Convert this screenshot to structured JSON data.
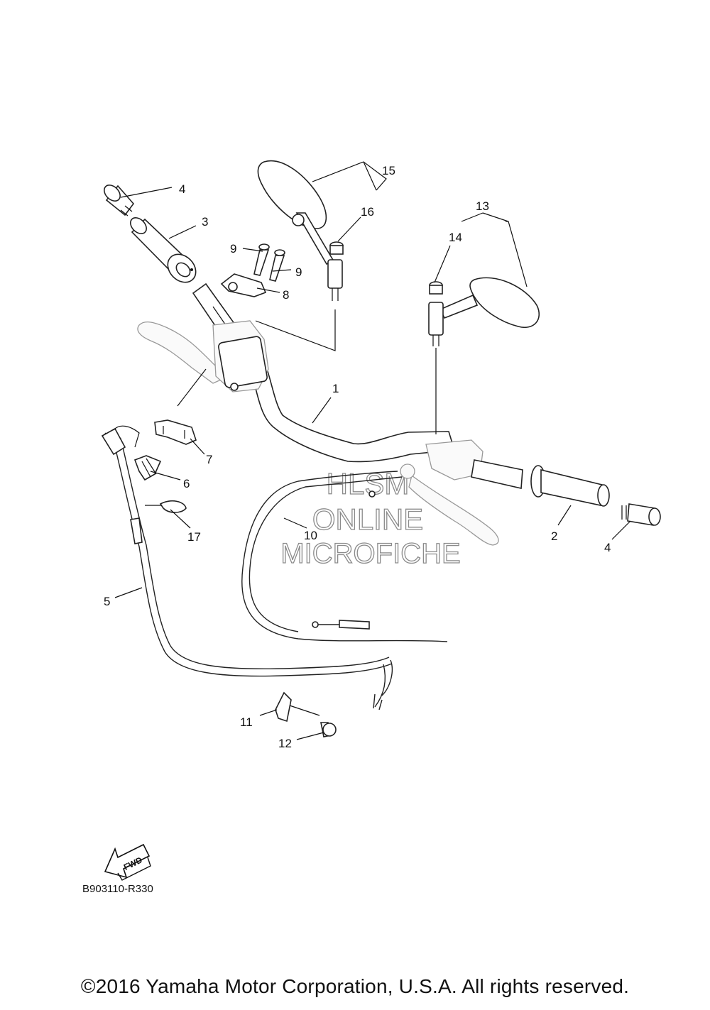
{
  "diagram_code": "B903110-R330",
  "copyright": "©2016 Yamaha Motor Corporation, U.S.A. All rights reserved.",
  "fwd_label": "FWD",
  "watermark": [
    "HLSM",
    "ONLINE",
    "MICROFICHE"
  ],
  "callouts": {
    "c1": "1",
    "c2": "2",
    "c3": "3",
    "c4a": "4",
    "c4b": "4",
    "c5": "5",
    "c6": "6",
    "c7": "7",
    "c8": "8",
    "c9a": "9",
    "c9b": "9",
    "c10": "10",
    "c11": "11",
    "c12": "12",
    "c13": "13",
    "c14": "14",
    "c15": "15",
    "c16": "16",
    "c17": "17"
  },
  "colors": {
    "line": "#111111",
    "ghost_part": "#999999",
    "background": "#ffffff"
  }
}
